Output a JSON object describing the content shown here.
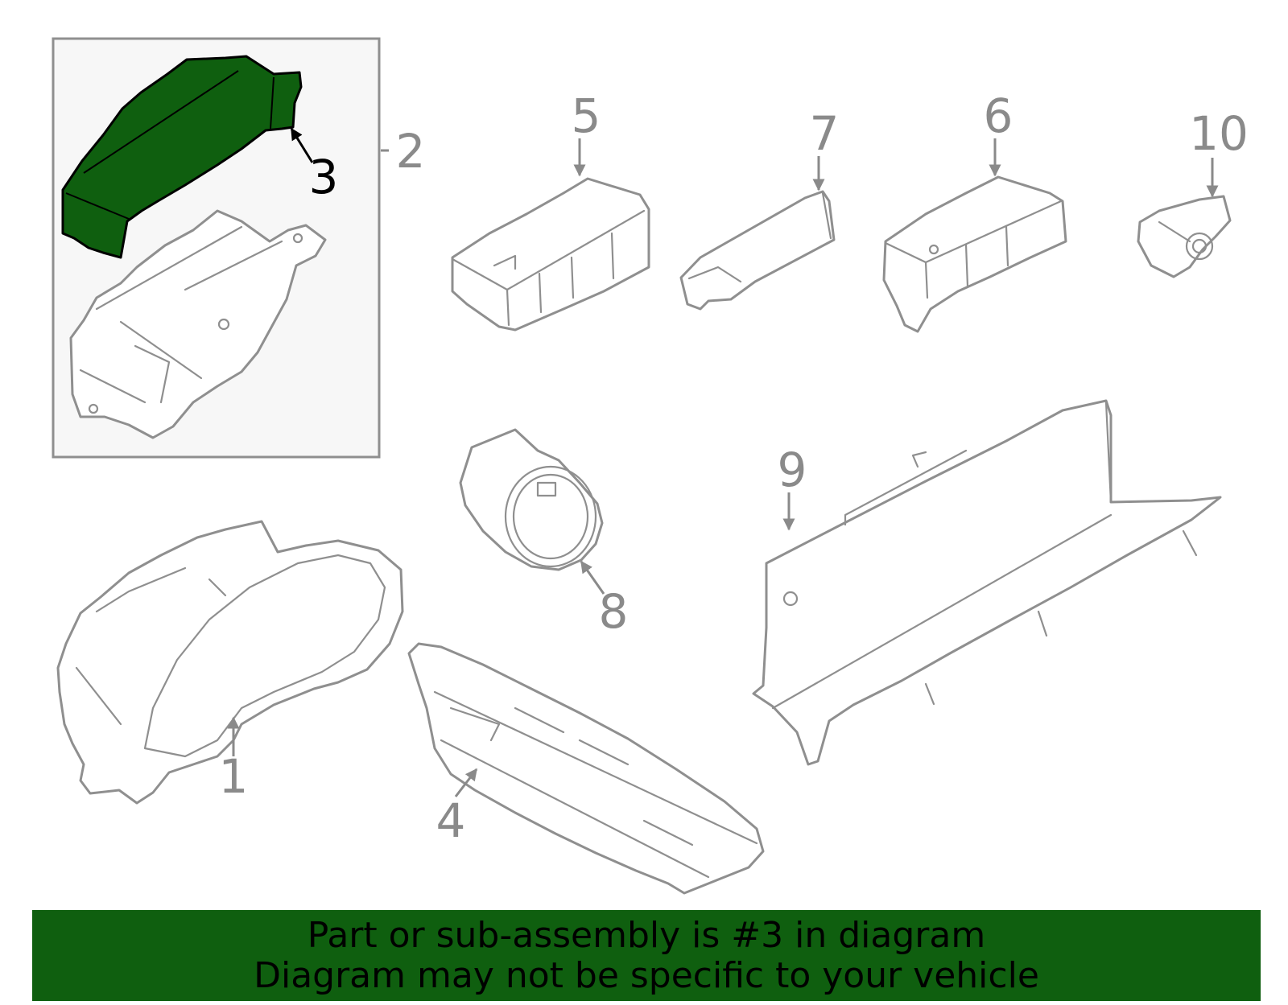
{
  "diagram": {
    "callouts": [
      {
        "id": "1",
        "label": "1"
      },
      {
        "id": "2",
        "label": "2"
      },
      {
        "id": "3",
        "label": "3",
        "highlighted": true
      },
      {
        "id": "4",
        "label": "4"
      },
      {
        "id": "5",
        "label": "5"
      },
      {
        "id": "6",
        "label": "6"
      },
      {
        "id": "7",
        "label": "7"
      },
      {
        "id": "8",
        "label": "8"
      },
      {
        "id": "9",
        "label": "9"
      },
      {
        "id": "10",
        "label": "10"
      }
    ],
    "highlight_color": "#0f5f0f",
    "line_color": "#8f8f8f"
  },
  "banner": {
    "line1": "Part or sub-assembly is #3 in diagram",
    "line2": "Diagram may not be specific to your vehicle",
    "background": "#0f5f0f"
  }
}
